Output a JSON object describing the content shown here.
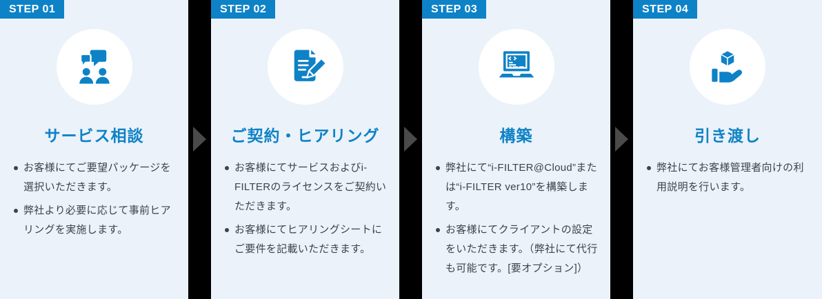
{
  "colors": {
    "accent": "#0e82c6",
    "card_bg": "#ebf2fa",
    "gap_bg": "#000000",
    "arrow": "#4a4a4a",
    "text": "#3b434c",
    "badge_text": "#ffffff",
    "circle_bg": "#ffffff"
  },
  "steps": [
    {
      "badge": "STEP 01",
      "title": "サービス相談",
      "icon": "consultation-people-icon",
      "bullets": [
        "お客様にてご要望パッケージを選択いただきます。",
        "弊社より必要に応じて事前ヒアリングを実施します。"
      ]
    },
    {
      "badge": "STEP 02",
      "title": "ご契約・ヒアリング",
      "icon": "contract-signing-icon",
      "bullets": [
        "お客様にてサービスおよびi-FILTERのライセンスをご契約いただきます。",
        "お客様にてヒアリングシートにご要件を記載いただきます。"
      ]
    },
    {
      "badge": "STEP 03",
      "title": "構築",
      "icon": "laptop-build-icon",
      "bullets": [
        "弊社にて“i-FILTER@Cloud”または“i-FILTER ver10”を構築します。",
        "お客様にてクライアントの設定をいただきます。（弊社にて代行も可能です。[要オプション]）"
      ]
    },
    {
      "badge": "STEP 04",
      "title": "引き渡し",
      "icon": "handover-box-icon",
      "bullets": [
        "弊社にてお客様管理者向けの利用説明を行います。"
      ]
    }
  ]
}
